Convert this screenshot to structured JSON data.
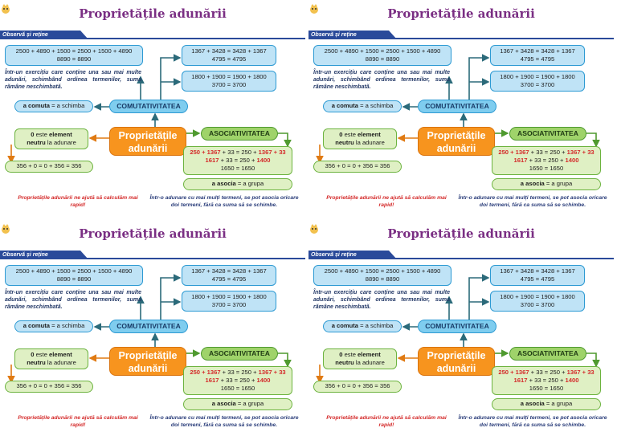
{
  "title": "Proprietățile adunării",
  "banner": "Observă și reține",
  "box_comm1": {
    "line1": "2500 + 4890 + 1500 = 2500 + 1500 + 4890",
    "line2": "8890 = 8890"
  },
  "box_comm2": {
    "line1": "1367 + 3428 = 3428 + 1367",
    "line2": "4795 = 4795"
  },
  "box_comm3": {
    "line1": "1800 + 1900 = 1900 + 1800",
    "line2": "3700 = 3700"
  },
  "paragraph": "Într-un exercițiu care conține una sau mai multe adunări, schimbând ordinea termenilor, suma rămâne neschimbată.",
  "comuta": {
    "bold": "a comuta",
    "rest": " = a schimba"
  },
  "comutativitatea": "COMUTATIVITATEA",
  "neutral": {
    "num": "0",
    "este": " este ",
    "element": "element",
    "neutru": "neutru",
    "rest": " la adunare"
  },
  "neutral_eq": "356 + 0 = 0 + 356 = 356",
  "center": {
    "line1": "Proprietățile",
    "line2": "adunării"
  },
  "asociativitatea": "ASOCIATIVITATEA",
  "assoc": {
    "l1a": "250 + 1367",
    "l1b": " + 33  = 250 + ",
    "l1c": "1367 + 33",
    "l2a": "1617",
    "l2b": " + 33 = 250 + ",
    "l2c": "1400",
    "l3": "1650 = 1650"
  },
  "asocia": {
    "bold": "a asocia",
    "rest": " = a grupa"
  },
  "note_left": "Proprietățile adunării ne ajută să calculăm mai rapid!",
  "note_right": "Într-o adunare cu mai mulți termeni, se pot asocia oricare doi termeni, fără ca suma să se schimbe.",
  "colors": {
    "title": "#7a2e83",
    "orange": "#f7941e",
    "blue": "#2d9ad3",
    "green": "#6cb33f",
    "red": "#d42a2a"
  }
}
